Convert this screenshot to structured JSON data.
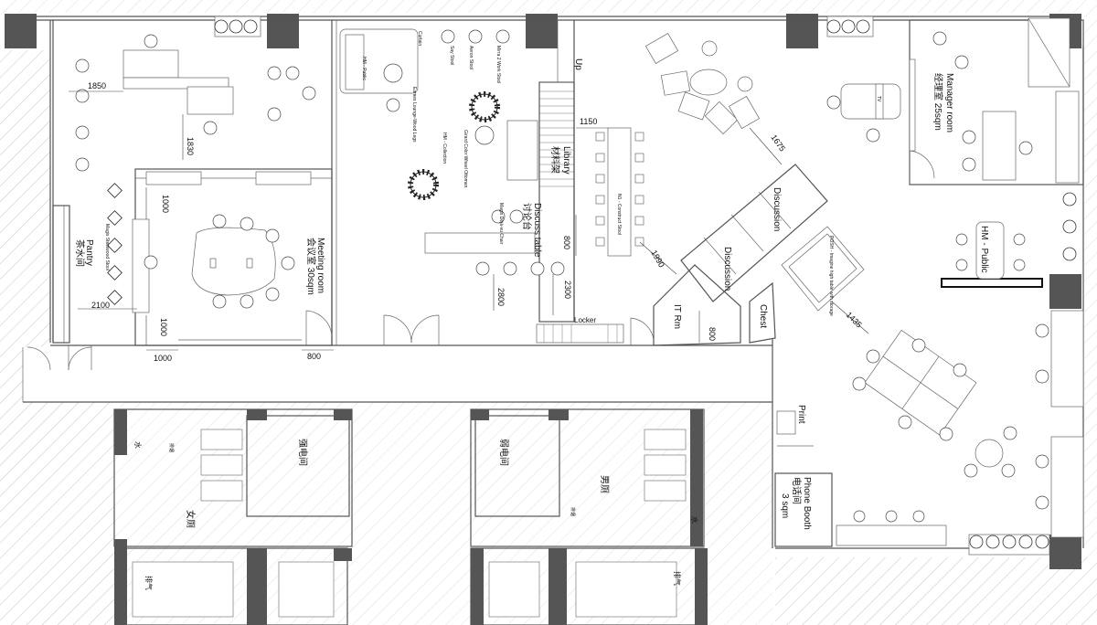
{
  "plan": {
    "rooms": {
      "pantry": "Pantry",
      "pantry_cn": "茶水间",
      "meeting": "Meeting room",
      "meeting_cn": "会议室 30sqm",
      "library": "Library",
      "library_cn": "材料架",
      "discuss_table": "Discuss table",
      "discuss_table_cn": "讨论台",
      "up": "Up",
      "discussion_1": "Discussion",
      "discussion_2": "Discussion",
      "it_room": "IT Rm",
      "chest": "Chest",
      "print": "Print",
      "phone_booth": "Phone Booth",
      "phone_booth_cn": "电话间",
      "phone_booth_area": "3 sqm",
      "manager_room": "Manager room",
      "manager_room_cn": "经理室 25sqm",
      "locker": "Locker",
      "hm_public": "HM - Public",
      "tv": "TV"
    },
    "furniture_labels": {
      "magis_stool": "Magis Steelwood Stool",
      "say_stool": "Say Stool",
      "aeron_stool": "Aeron Stool",
      "mirra_stool": "Mirra 2 Work Stool",
      "eames_lounge": "Eames Lounge-Wood Legs",
      "hm_collection": "HM - Collection",
      "girard_ottoman": "Girard Color Wheel Ottoman",
      "magis_deja": "Magis Déjà-vu Chair",
      "n1_stool": "N1 - Construct Stool",
      "posh": "POSH - Imagine high table with storage",
      "hm_public_small": "HM - Public",
      "curtain": "Curtain"
    },
    "dimensions": {
      "d1850": "1850",
      "d1830": "1830",
      "d1000a": "1000",
      "d2100": "2100",
      "d1000b": "1000",
      "d1000c": "1000",
      "d800a": "800",
      "d2800": "2800",
      "d2300": "2300",
      "d800b": "800",
      "d1150": "1150",
      "d1990": "1990",
      "d1675": "1675",
      "d1435": "1435",
      "d800c": "800"
    },
    "core_labels": {
      "female_wc": "女厕",
      "male_wc": "男厕",
      "elec_room": "强电间",
      "weak_room": "弱电间",
      "water_1": "水",
      "water_2": "水",
      "exhaust_1": "排气",
      "exhaust_2": "排气",
      "fire_1": "排烟",
      "fire_2": "排烟"
    }
  }
}
